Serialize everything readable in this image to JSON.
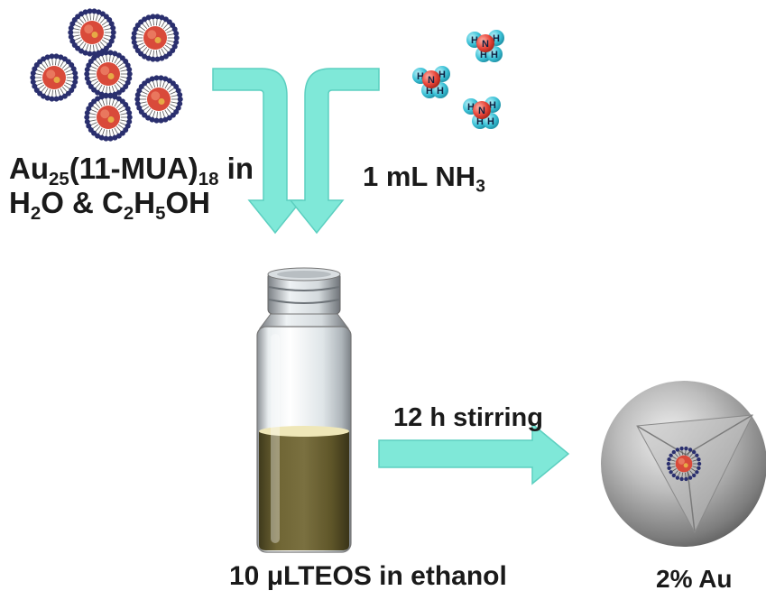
{
  "labels": {
    "cluster_line1": {
      "base": "Au",
      "sub1": "25",
      "mid": "(11-MUA)",
      "sub2": "18",
      "tail": " in"
    },
    "cluster_line2": {
      "a": "H",
      "a_sub": "2",
      "b": "O & C",
      "b_sub": "2",
      "c": "H",
      "c_sub": "5",
      "d": "OH"
    },
    "ammonia": {
      "pre": "1 mL NH",
      "sub": "3"
    },
    "stirring": "12 h stirring",
    "teos": "10 μLTEOS in ethanol",
    "product": "2% Au"
  },
  "molecule_atoms": {
    "nitrogen": "N",
    "hydrogen": "H"
  },
  "colors": {
    "arrow": "#7fe8d8",
    "arrow_edge": "#5ccfc0",
    "gold_core": "#d94a3a",
    "ligand": "#2a2f6e",
    "nitrogen": "#e8463a",
    "hydrogen": "#3ec3d8",
    "solution": "#6e6233",
    "sphere": "#a9a9a9"
  },
  "icons": [
    "au-nanocluster-icon",
    "ammonia-molecule-icon",
    "glass-vial-icon",
    "silica-sphere-icon"
  ]
}
